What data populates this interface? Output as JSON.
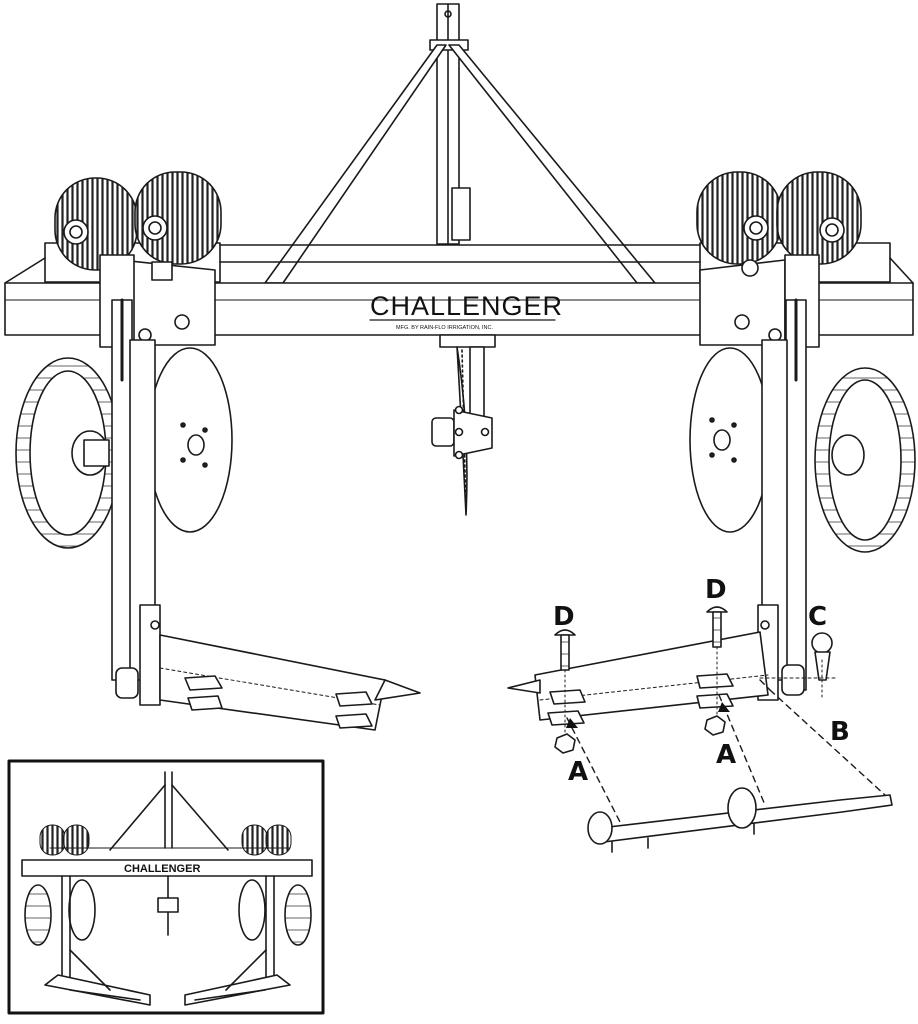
{
  "diagram": {
    "brand": "CHALLENGER",
    "brand_subtitle": "MFG. BY RAIN-FLO IRRIGATION, INC.",
    "callouts": {
      "A": "A",
      "B": "B",
      "C": "C",
      "D": "D"
    },
    "inset": {
      "brand": "CHALLENGER"
    }
  }
}
